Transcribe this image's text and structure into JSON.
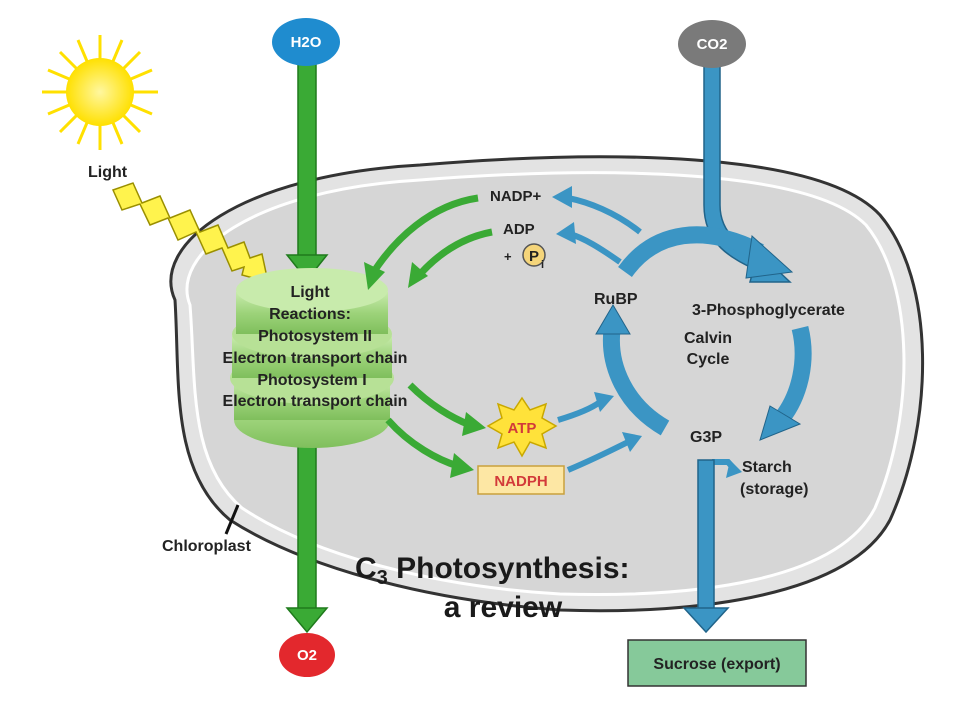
{
  "inputs": {
    "water": "H2O",
    "carbon_dioxide": "CO2",
    "oxygen": "O2"
  },
  "light_label": "Light",
  "chloroplast_label": "Chloroplast",
  "light_reactions": {
    "line1": "Light",
    "line2": "Reactions:",
    "line3": "Photosystem II",
    "line4": "Electron transport chain",
    "line5": "Photosystem I",
    "line6": "Electron transport chain"
  },
  "cofactors": {
    "nadp": "NADP+",
    "adp": "ADP",
    "plus": "+",
    "pi_letter": "P",
    "pi_sub": "i",
    "atp": "ATP",
    "nadph": "NADPH"
  },
  "calvin": {
    "rubp": "RuBP",
    "pga": "3-Phosphoglycerate",
    "cycle_line1": "Calvin",
    "cycle_line2": "Cycle",
    "g3p": "G3P",
    "starch_line1": "Starch",
    "starch_line2": "(storage)",
    "sucrose": "Sucrose (export)"
  },
  "title": {
    "line1_prefix": "C",
    "line1_sub": "3",
    "line1_rest": " Photosynthesis:",
    "line2": "a review"
  },
  "colors": {
    "green_arrow": "#3aaa35",
    "blue_arrow": "#3b95c4",
    "h2o_bubble": "#1f8ccf",
    "co2_bubble": "#7a7a7a",
    "o2_bubble": "#e3282d",
    "chloroplast_fill": "#d9d9d9",
    "thylakoid": "#9dd37a",
    "sun": "#ffe000",
    "atp_star": "#ffe23a",
    "nadph_box": "#fde7a4",
    "sucrose_box": "#86c99a"
  }
}
